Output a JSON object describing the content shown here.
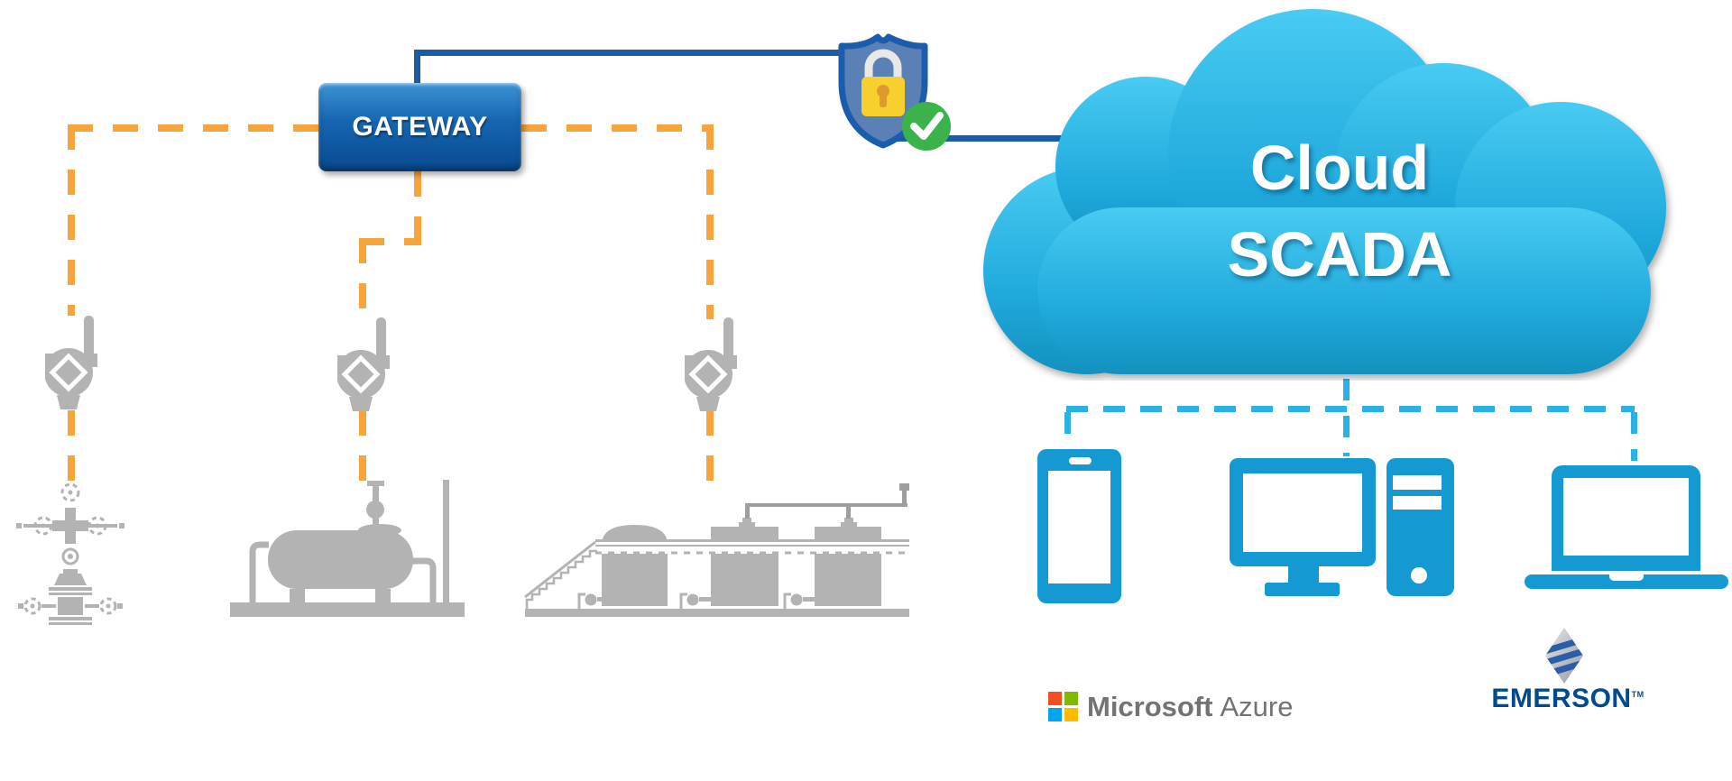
{
  "diagram": {
    "gateway": {
      "label": "GATEWAY"
    },
    "cloud": {
      "line1": "Cloud",
      "line2": "SCADA"
    },
    "logos": {
      "azure": {
        "word1": "Microsoft",
        "word2": "Azure"
      },
      "emerson": {
        "text": "EMERSON",
        "tm": "TM"
      }
    },
    "icons": [
      "shield-lock-icon",
      "check-circle-icon",
      "cloud-icon",
      "wireless-transmitter-icon",
      "flow-meter-icon",
      "storage-tank-icon",
      "tank-farm-icon",
      "smartphone-icon",
      "desktop-monitor-icon",
      "computer-tower-icon",
      "laptop-icon",
      "microsoft-squares-icon",
      "emerson-diamond-icon"
    ],
    "colors": {
      "gateway_blue": "#1566AF",
      "line_blue": "#1D5CA2",
      "wireless_orange": "#F7A43C",
      "cloud_cyan": "#29B8E8",
      "device_cyan": "#1499D3",
      "dashed_cyan": "#29B2E3",
      "equipment_gray": "#B3B3B3",
      "shield_fill": "#5B80B6",
      "shield_border": "#1C5CAC",
      "lock_yellow": "#F8D02E",
      "lock_keyhole": "#DD9B2E",
      "check_green": "#3BB34A",
      "azure_text_gray": "#737373",
      "emerson_blue": "#004A8F",
      "ms_red": "#F25022",
      "ms_green": "#7FBA00",
      "ms_blue": "#00A4EF",
      "ms_yellow": "#FFB900"
    }
  }
}
